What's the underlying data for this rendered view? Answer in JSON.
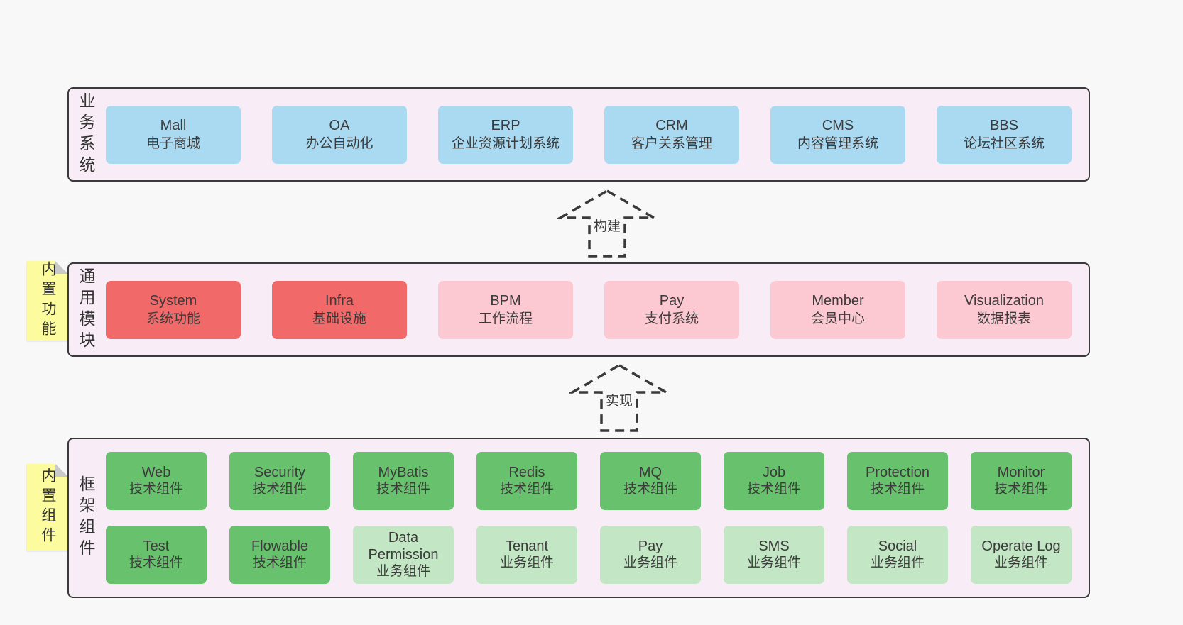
{
  "colors": {
    "page_bg": "#f8f8f8",
    "band_bg": "#f8edf6",
    "band_border": "#3a3a3a",
    "blue": "#a9daf2",
    "red": "#f2696a",
    "pink": "#fcc8d1",
    "green": "#68c16c",
    "lightgreen": "#c3e6c4",
    "sticky_yellow": "#fcfc9e",
    "sticky_fold": "#c9c9c9",
    "arrow_stroke": "#3a3a3a",
    "text": "#3b3b3b"
  },
  "bands": [
    {
      "id": "business",
      "label": "业务系统",
      "boxes": [
        {
          "title": "Mall",
          "subtitle": "电子商城",
          "variant": "blue"
        },
        {
          "title": "OA",
          "subtitle": "办公自动化",
          "variant": "blue"
        },
        {
          "title": "ERP",
          "subtitle": "企业资源计划系统",
          "variant": "blue"
        },
        {
          "title": "CRM",
          "subtitle": "客户关系管理",
          "variant": "blue"
        },
        {
          "title": "CMS",
          "subtitle": "内容管理系统",
          "variant": "blue"
        },
        {
          "title": "BBS",
          "subtitle": "论坛社区系统",
          "variant": "blue"
        }
      ]
    },
    {
      "id": "modules",
      "label": "通用模块",
      "sticky": "内置功能",
      "boxes": [
        {
          "title": "System",
          "subtitle": "系统功能",
          "variant": "red"
        },
        {
          "title": "Infra",
          "subtitle": "基础设施",
          "variant": "red"
        },
        {
          "title": "BPM",
          "subtitle": "工作流程",
          "variant": "pink"
        },
        {
          "title": "Pay",
          "subtitle": "支付系统",
          "variant": "pink"
        },
        {
          "title": "Member",
          "subtitle": "会员中心",
          "variant": "pink"
        },
        {
          "title": "Visualization",
          "subtitle": "数据报表",
          "variant": "pink"
        }
      ]
    },
    {
      "id": "components",
      "label": "框架组件",
      "sticky": "内置组件",
      "rows": [
        [
          {
            "title": "Web",
            "subtitle": "技术组件",
            "variant": "green"
          },
          {
            "title": "Security",
            "subtitle": "技术组件",
            "variant": "green"
          },
          {
            "title": "MyBatis",
            "subtitle": "技术组件",
            "variant": "green"
          },
          {
            "title": "Redis",
            "subtitle": "技术组件",
            "variant": "green"
          },
          {
            "title": "MQ",
            "subtitle": "技术组件",
            "variant": "green"
          },
          {
            "title": "Job",
            "subtitle": "技术组件",
            "variant": "green"
          },
          {
            "title": "Protection",
            "subtitle": "技术组件",
            "variant": "green"
          },
          {
            "title": "Monitor",
            "subtitle": "技术组件",
            "variant": "green"
          }
        ],
        [
          {
            "title": "Test",
            "subtitle": "技术组件",
            "variant": "green"
          },
          {
            "title": "Flowable",
            "subtitle": "技术组件",
            "variant": "green"
          },
          {
            "title": "Data Permission",
            "subtitle": "业务组件",
            "variant": "lightgreen"
          },
          {
            "title": "Tenant",
            "subtitle": "业务组件",
            "variant": "lightgreen"
          },
          {
            "title": "Pay",
            "subtitle": "业务组件",
            "variant": "lightgreen"
          },
          {
            "title": "SMS",
            "subtitle": "业务组件",
            "variant": "lightgreen"
          },
          {
            "title": "Social",
            "subtitle": "业务组件",
            "variant": "lightgreen"
          },
          {
            "title": "Operate Log",
            "subtitle": "业务组件",
            "variant": "lightgreen"
          }
        ]
      ]
    }
  ],
  "arrows": [
    {
      "label": "构建"
    },
    {
      "label": "实现"
    }
  ]
}
